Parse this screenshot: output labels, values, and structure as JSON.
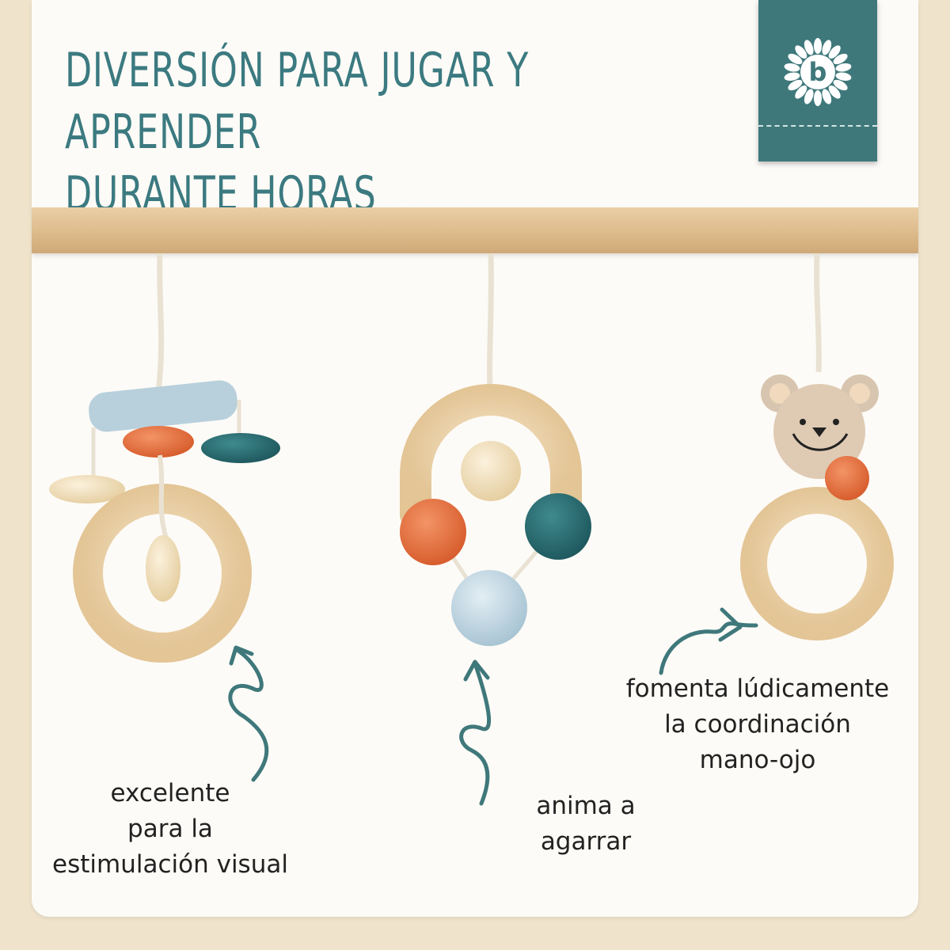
{
  "headline": {
    "line1": "Diversión para jugar y aprender",
    "line2": "durante horas"
  },
  "brand": {
    "logo_letter": "b",
    "icon": "flower-b-logo-icon",
    "color": "#3f787b"
  },
  "captions": {
    "left": [
      "excelente",
      "para la",
      "estimulación visual"
    ],
    "middle": [
      "anima a",
      "agarrar"
    ],
    "right": [
      "fomenta lúdicamente",
      "la coordinación",
      "mano-ojo"
    ]
  },
  "colors": {
    "orange": "#e8703f",
    "teal": "#2f6f74",
    "light_blue": "#b9d2df",
    "wood": "#ecd3ab",
    "cream": "#f3e2c2"
  }
}
